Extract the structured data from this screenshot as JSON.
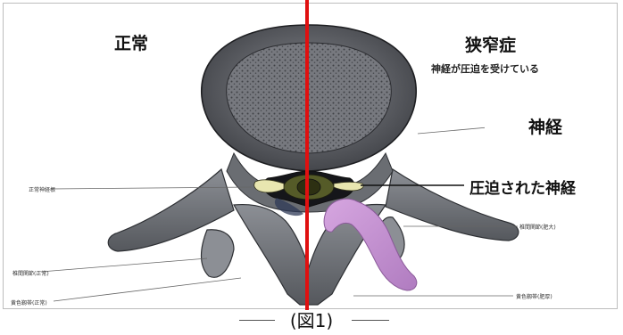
{
  "labels": {
    "normal": "正常",
    "stenosis": "狭窄症",
    "nerve_compressed_note": "神経が圧迫を受けている",
    "nerve": "神経",
    "compressed_nerve": "圧迫された神経",
    "normal_nerve_root": "正常神経根",
    "facet_joint_normal": "椎間関節(正常)",
    "ligamentum_flavum_normal": "黄色靱帯(正常)",
    "facet_joint_hypertrophy": "椎間関節(肥大)",
    "ligamentum_flavum_hypertrophy": "黄色靱帯(肥厚)"
  },
  "caption": "(図1)",
  "colors": {
    "divider": "#e01010",
    "bone": "#6b6e74",
    "nerve_compressed": "#c98fd6"
  }
}
